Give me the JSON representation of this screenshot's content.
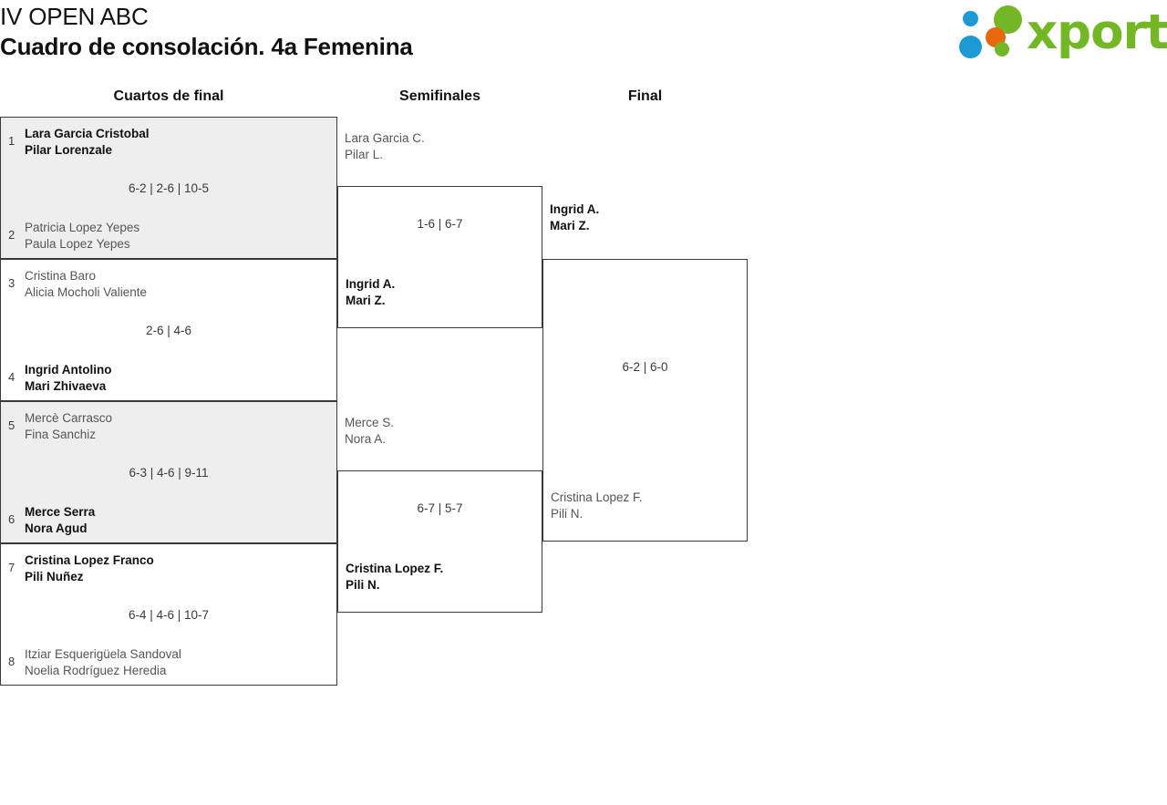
{
  "header": {
    "tournament_name": "IV OPEN ABC",
    "draw_name": "Cuadro de consolación. 4a Femenina",
    "logo_text": "xporty",
    "logo_colors": {
      "green": "#74b726",
      "blue": "#1b9ad6",
      "orange": "#e8690b"
    }
  },
  "rounds": [
    {
      "label": "Cuartos de final"
    },
    {
      "label": "Semifinales"
    },
    {
      "label": "Final"
    }
  ],
  "quarterfinals": [
    {
      "score": "6-2 | 2-6 | 10-5",
      "top": {
        "seed": "1",
        "player1": "Lara Garcia Cristobal",
        "player2": "Pilar Lorenzale",
        "winner": true
      },
      "bottom": {
        "seed": "2",
        "player1": "Patricia Lopez Yepes",
        "player2": "Paula Lopez Yepes",
        "winner": false
      }
    },
    {
      "score": "2-6 | 4-6",
      "top": {
        "seed": "3",
        "player1": "Cristina Baro",
        "player2": "Alicia Mocholi Valiente",
        "winner": false
      },
      "bottom": {
        "seed": "4",
        "player1": "Ingrid Antolino",
        "player2": "Mari Zhivaeva",
        "winner": true
      }
    },
    {
      "score": "6-3 | 4-6 | 9-11",
      "top": {
        "seed": "5",
        "player1": "Mercè Carrasco",
        "player2": "Fina Sanchiz",
        "winner": false
      },
      "bottom": {
        "seed": "6",
        "player1": "Merce Serra",
        "player2": "Nora Agud",
        "winner": true
      }
    },
    {
      "score": "6-4 | 4-6 | 10-7",
      "top": {
        "seed": "7",
        "player1": "Cristina Lopez Franco",
        "player2": "Pili Nuñez",
        "winner": true
      },
      "bottom": {
        "seed": "8",
        "player1": "Itziar Esquerigüela Sandoval",
        "player2": "Noelia Rodríguez Heredia",
        "winner": false
      }
    }
  ],
  "semifinals": [
    {
      "score": "1-6 | 6-7",
      "top": {
        "player1": "Lara Garcia C.",
        "player2": "Pilar L.",
        "winner": false
      },
      "bottom": {
        "player1": "Ingrid A.",
        "player2": "Mari Z.",
        "winner": true
      }
    },
    {
      "score": "6-7 | 5-7",
      "top": {
        "player1": "Merce S.",
        "player2": "Nora A.",
        "winner": false
      },
      "bottom": {
        "player1": "Cristina Lopez F.",
        "player2": "Pili N.",
        "winner": true
      }
    }
  ],
  "final": [
    {
      "score": "6-2 | 6-0",
      "top": {
        "player1": "Ingrid A.",
        "player2": "Mari Z.",
        "winner": true
      },
      "bottom": {
        "player1": "Cristina Lopez F.",
        "player2": "Pili N.",
        "winner": false
      }
    }
  ]
}
